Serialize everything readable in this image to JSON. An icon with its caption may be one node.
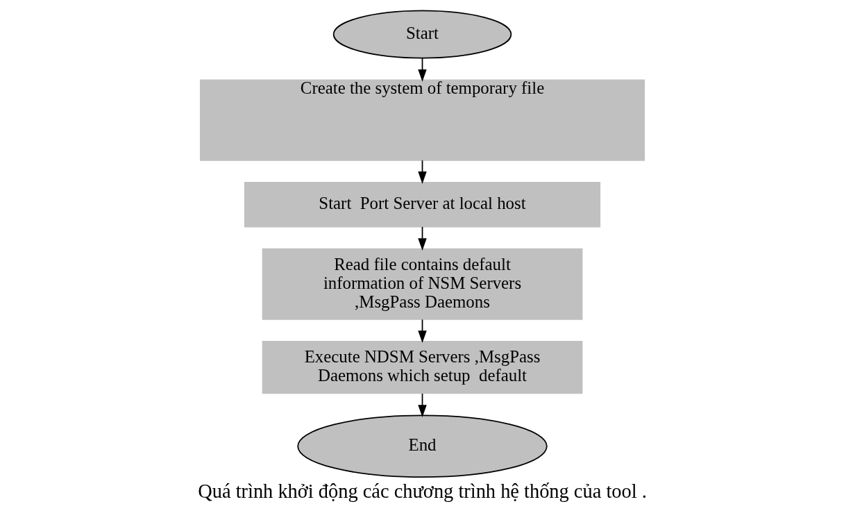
{
  "diagram": {
    "caption": "Quá trình khởi động các chương trình hệ thống của tool .",
    "nodes": [
      {
        "text": [
          "Start"
        ]
      },
      {
        "text": [
          "Create the system of temporary file"
        ]
      },
      {
        "text": [
          "Start  Port Server at local host"
        ]
      },
      {
        "text": [
          "Read file contains default information of NSM Servers ,MsgPass Daemons"
        ]
      },
      {
        "text": [
          "Execute NDSM Servers ,MsgPass Daemons which setup  default"
        ]
      },
      {
        "text": [
          "End"
        ]
      }
    ],
    "edges": [
      {
        "from": 0,
        "to": 1,
        "arrow": "to"
      },
      {
        "from": 1,
        "to": 2,
        "arrow": "to"
      },
      {
        "from": 2,
        "to": 3,
        "arrow": "to"
      },
      {
        "from": 3,
        "to": 4,
        "arrow": "to"
      },
      {
        "from": 4,
        "to": 5,
        "arrow": "to"
      }
    ]
  }
}
